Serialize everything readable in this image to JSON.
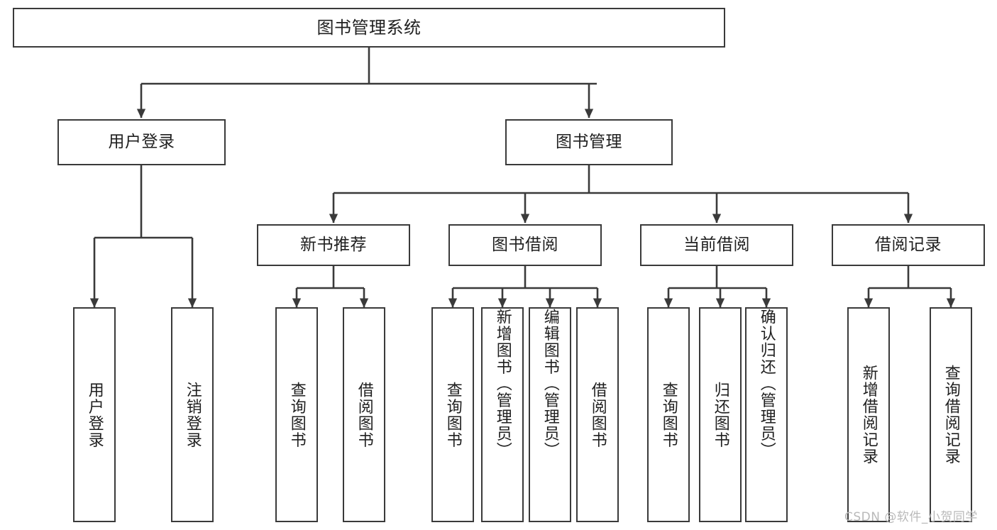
{
  "diagram": {
    "title": "图书管理系统",
    "watermark": "CSDN @软件_小贺同学",
    "line_color": "#3a3a3a",
    "text_color": "#1f1f1f",
    "background": "#ffffff",
    "levels": {
      "root": {
        "label": "图书管理系统"
      },
      "level2": [
        {
          "label": "用户登录"
        },
        {
          "label": "图书管理"
        }
      ],
      "level3": [
        {
          "label": "新书推荐"
        },
        {
          "label": "图书借阅"
        },
        {
          "label": "当前借阅"
        },
        {
          "label": "借阅记录"
        }
      ],
      "leaves": [
        {
          "label": "用户登录",
          "parent": "用户登录"
        },
        {
          "label": "注销登录",
          "parent": "用户登录"
        },
        {
          "label": "查询图书",
          "parent": "新书推荐"
        },
        {
          "label": "借阅图书",
          "parent": "新书推荐"
        },
        {
          "label": "查询图书",
          "parent": "图书借阅"
        },
        {
          "label": "新增图书（管理员）",
          "parent": "图书借阅"
        },
        {
          "label": "编辑图书（管理员）",
          "parent": "图书借阅"
        },
        {
          "label": "借阅图书",
          "parent": "图书借阅"
        },
        {
          "label": "查询图书",
          "parent": "当前借阅"
        },
        {
          "label": "归还图书",
          "parent": "当前借阅"
        },
        {
          "label": "确认归还（管理员）",
          "parent": "当前借阅"
        },
        {
          "label": "新增借阅记录",
          "parent": "借阅记录"
        },
        {
          "label": "查询借阅记录",
          "parent": "借阅记录"
        }
      ]
    }
  }
}
